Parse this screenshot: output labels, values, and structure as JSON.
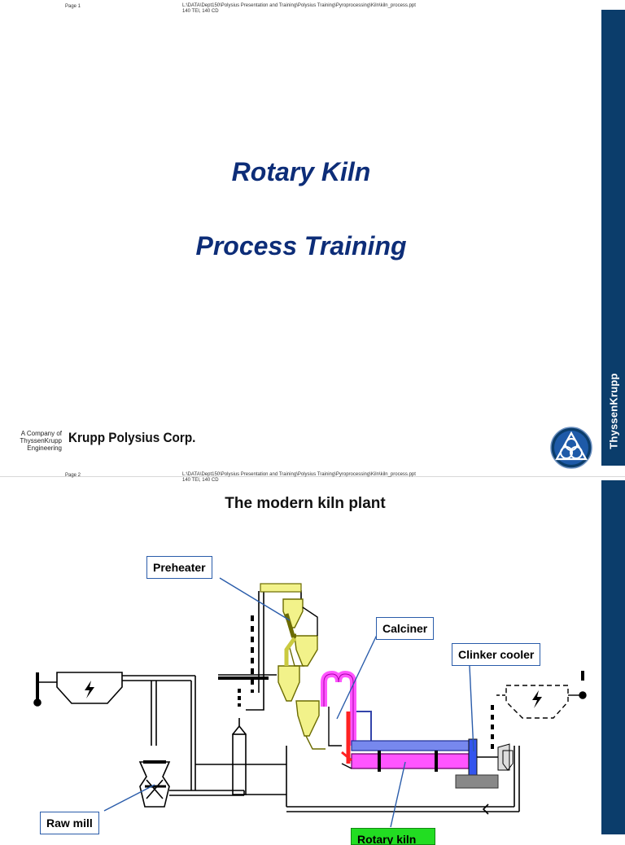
{
  "slide1": {
    "page_label": "Page 1",
    "path_line1": "L:\\DATA\\Dept150\\Polysius Presentation and Training\\Polysius Training\\Pyroprocessing\\Kiln\\kiln_process.ppt",
    "path_line2": "140 TEI, 140 CD",
    "title_line1": "Rotary Kiln",
    "title_line2": "Process Training",
    "company_small": "A Company of ThyssenKrupp Engineering",
    "company_name": "Krupp Polysius Corp.",
    "sidebar_brand": "ThyssenKrupp"
  },
  "slide2": {
    "page_label": "Page 2",
    "path_line1": "L:\\DATA\\Dept150\\Polysius Presentation and Training\\Polysius Training\\Pyroprocessing\\Kiln\\kiln_process.ppt",
    "path_line2": "140 TEI, 140 CD",
    "title": "The modern kiln plant",
    "labels": {
      "preheater": "Preheater",
      "calciner": "Calciner",
      "clinker_cooler": "Clinker cooler",
      "raw_mill": "Raw mill",
      "rotary_kiln": "Rotary kiln"
    }
  },
  "colors": {
    "sidebar": "#0b3d6b",
    "title_blue": "#0d2d78",
    "cyclone_yellow": "#f2f28a",
    "kiln_magenta": "#ff55ff",
    "cooler_blue": "#3355ee",
    "callout_border": "#2a5caa",
    "rotary_label_green": "#22dd22"
  },
  "icons": [
    "thyssenkrupp-logo-icon",
    "lightning-bolt-icon"
  ]
}
